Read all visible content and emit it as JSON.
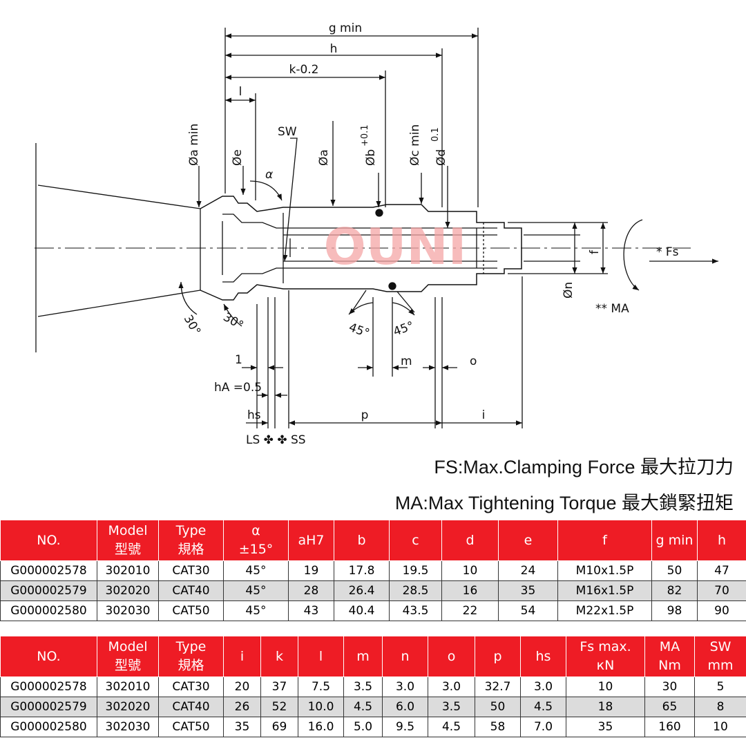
{
  "drawing": {
    "labels": {
      "g_min": "g min",
      "h": "h",
      "k": "k-0.2",
      "l": "l",
      "a_min": "Øa min",
      "e": "Øe",
      "sw": "SW",
      "alpha": "α",
      "a": "Øa",
      "b": "Øb",
      "b_tol": "+0.1",
      "c_min": "Øc min",
      "d": "Ød",
      "d_tol": "0.1",
      "f": "f",
      "n": "Øn",
      "fs": "* Fs",
      "ma": "** MA",
      "angle_30a": "30°",
      "angle_30b": "30°",
      "angle_45a": "45°",
      "angle_45b": "45°",
      "one": "1",
      "m": "m",
      "o": "o",
      "ha": "hA =0.5",
      "hs": "hs",
      "p": "p",
      "i": "i",
      "ls_ss": "LS ✤ ✤ SS",
      "watermark": "OUNI"
    }
  },
  "legend": {
    "fs": "FS:Max.Clamping Force 最大拉刀力",
    "ma": "MA:Max Tightening Torque 最大鎖緊扭矩"
  },
  "table1": {
    "headers": [
      {
        "top": "NO.",
        "bottom": ""
      },
      {
        "top": "Model",
        "bottom": "型號"
      },
      {
        "top": "Type",
        "bottom": "規格"
      },
      {
        "top": "α",
        "bottom": "±15°"
      },
      {
        "top": "aH7",
        "bottom": ""
      },
      {
        "top": "b",
        "bottom": ""
      },
      {
        "top": "c",
        "bottom": ""
      },
      {
        "top": "d",
        "bottom": ""
      },
      {
        "top": "e",
        "bottom": ""
      },
      {
        "top": "f",
        "bottom": ""
      },
      {
        "top": "g min",
        "bottom": ""
      },
      {
        "top": "h",
        "bottom": ""
      }
    ],
    "rows": [
      [
        "G000002578",
        "302010",
        "CAT30",
        "45°",
        "19",
        "17.8",
        "19.5",
        "10",
        "24",
        "M10x1.5P",
        "50",
        "47"
      ],
      [
        "G000002579",
        "302020",
        "CAT40",
        "45°",
        "28",
        "26.4",
        "28.5",
        "16",
        "35",
        "M16x1.5P",
        "82",
        "70"
      ],
      [
        "G000002580",
        "302030",
        "CAT50",
        "45°",
        "43",
        "40.4",
        "43.5",
        "22",
        "54",
        "M22x1.5P",
        "98",
        "90"
      ]
    ]
  },
  "table2": {
    "headers": [
      {
        "top": "NO.",
        "bottom": ""
      },
      {
        "top": "Model",
        "bottom": "型號"
      },
      {
        "top": "Type",
        "bottom": "規格"
      },
      {
        "top": "i",
        "bottom": ""
      },
      {
        "top": "k",
        "bottom": ""
      },
      {
        "top": "l",
        "bottom": ""
      },
      {
        "top": "m",
        "bottom": ""
      },
      {
        "top": "n",
        "bottom": ""
      },
      {
        "top": "o",
        "bottom": ""
      },
      {
        "top": "p",
        "bottom": ""
      },
      {
        "top": "hs",
        "bottom": ""
      },
      {
        "top": "Fs max.",
        "bottom": "кN"
      },
      {
        "top": "MA",
        "bottom": "Nm"
      },
      {
        "top": "SW",
        "bottom": "mm"
      }
    ],
    "rows": [
      [
        "G000002578",
        "302010",
        "CAT30",
        "20",
        "37",
        "7.5",
        "3.5",
        "3.0",
        "3.0",
        "32.7",
        "3.0",
        "10",
        "30",
        "5"
      ],
      [
        "G000002579",
        "302020",
        "CAT40",
        "26",
        "52",
        "10.0",
        "4.5",
        "6.0",
        "3.5",
        "50",
        "4.5",
        "18",
        "65",
        "8"
      ],
      [
        "G000002580",
        "302030",
        "CAT50",
        "35",
        "69",
        "16.0",
        "5.0",
        "9.5",
        "4.5",
        "58",
        "7.0",
        "35",
        "160",
        "10"
      ]
    ]
  },
  "colors": {
    "header_bg": "#ee1c25",
    "shade_row": "#dcdcdc",
    "watermark": "#f4a6a6"
  }
}
